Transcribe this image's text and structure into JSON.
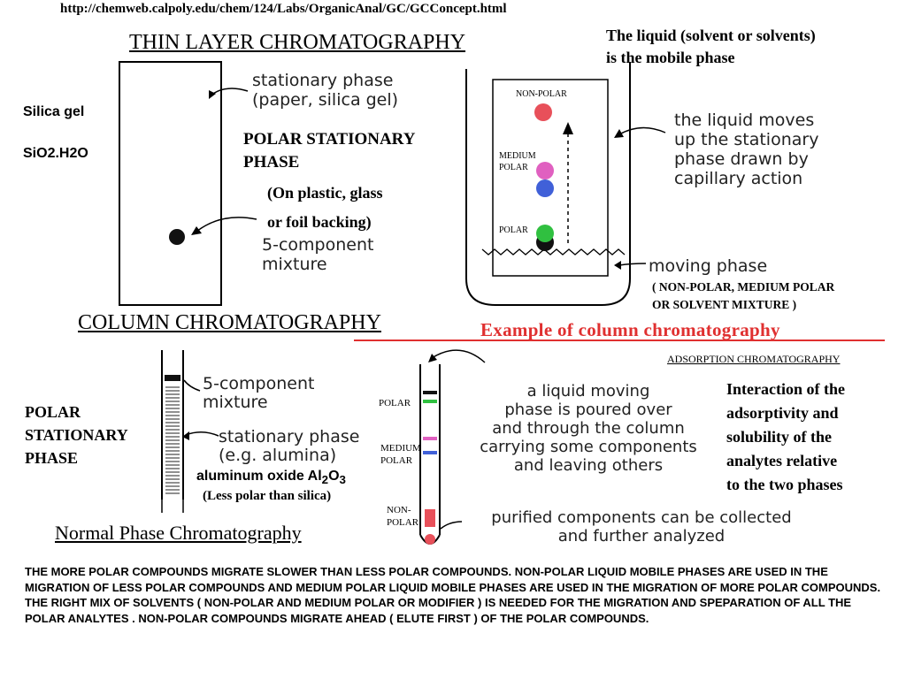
{
  "source_url": "http://chemweb.calpoly.edu/chem/124/Labs/OrganicAnal/GC/GCConcept.html",
  "tlc": {
    "title": "THIN LAYER CHROMATOGRAPHY",
    "silica_gel": "Silica gel",
    "formula": "SiO2.H2O",
    "stationary_phase": "stationary phase\n(paper, silica gel)",
    "polar_stationary": "POLAR STATIONARY\nPHASE",
    "backing": "(On plastic, glass\nor foil backing)",
    "mixture": "5-component\nmixture",
    "mobile_phase_note": "The liquid (solvent or solvents)\nis the mobile phase",
    "spot_nonpolar": "NON-POLAR",
    "spot_medium": "MEDIUM\nPOLAR",
    "spot_polar": "POLAR",
    "liquid_moves": "the liquid moves\nup the stationary\nphase drawn by\ncapillary action",
    "moving_phase": "moving phase",
    "moving_phase_note": "( NON-POLAR, MEDIUM POLAR\nOR SOLVENT MIXTURE )"
  },
  "column": {
    "title": "COLUMN CHROMATOGRAPHY",
    "example": "Example of column chromatography",
    "adsorption": "ADSORPTION CHROMATOGRAPHY",
    "mixture": "5-component\nmixture",
    "polar_stationary": "POLAR\nSTATIONARY\nPHASE",
    "stationary_phase": "stationary phase\n(e.g. alumina)",
    "alumina_pre": "aluminum oxide Al",
    "alumina_sub1": "2",
    "alumina_mid": "O",
    "alumina_sub2": "3",
    "less_polar": "(Less polar than silica)",
    "band_polar": "POLAR",
    "band_medium": "MEDIUM\nPOLAR",
    "band_nonpolar": "NON-\nPOLAR",
    "liquid_poured": "a liquid moving\nphase is poured over\nand through the column\ncarrying some components\nand leaving others",
    "purified": "purified components can be collected\nand further analyzed",
    "interaction": "Interaction of the\nadsorptivity and\nsolubility of the\nanalytes relative\nto the two phases",
    "normal_phase": "Normal Phase Chromatography"
  },
  "summary": "THE MORE POLAR COMPOUNDS MIGRATE SLOWER THAN LESS POLAR COMPOUNDS.  NON-POLAR LIQUID MOBILE PHASES ARE USED IN THE MIGRATION OF LESS POLAR COMPOUNDS AND MEDIUM  POLAR LIQUID MOBILE PHASES ARE USED IN THE MIGRATION OF MORE POLAR COMPOUNDS.  THE RIGHT MIX OF SOLVENTS ( NON-POLAR AND MEDIUM POLAR OR MODIFIER ) IS NEEDED FOR THE MIGRATION AND SPEPARATION OF ALL THE POLAR ANALYTES .  NON-POLAR COMPOUNDS MIGRATE AHEAD ( ELUTE FIRST ) OF THE POLAR COMPOUNDS.",
  "colors": {
    "red": "#e8505a",
    "pink": "#e060c0",
    "blue": "#4060d8",
    "green": "#30c040",
    "example_red": "#e03030"
  }
}
